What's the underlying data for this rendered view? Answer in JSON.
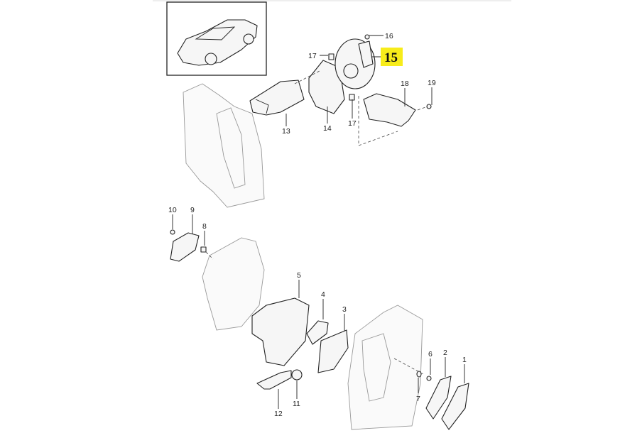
{
  "diagram": {
    "type": "exploded parts diagram",
    "highlighted_part": "15",
    "highlight_color": "#f7ec1a",
    "callouts": [
      "16",
      "15",
      "17",
      "18",
      "19",
      "13",
      "14",
      "17",
      "10",
      "9",
      "8",
      "5",
      "4",
      "3",
      "6",
      "2",
      "1",
      "7",
      "11",
      "12"
    ]
  }
}
